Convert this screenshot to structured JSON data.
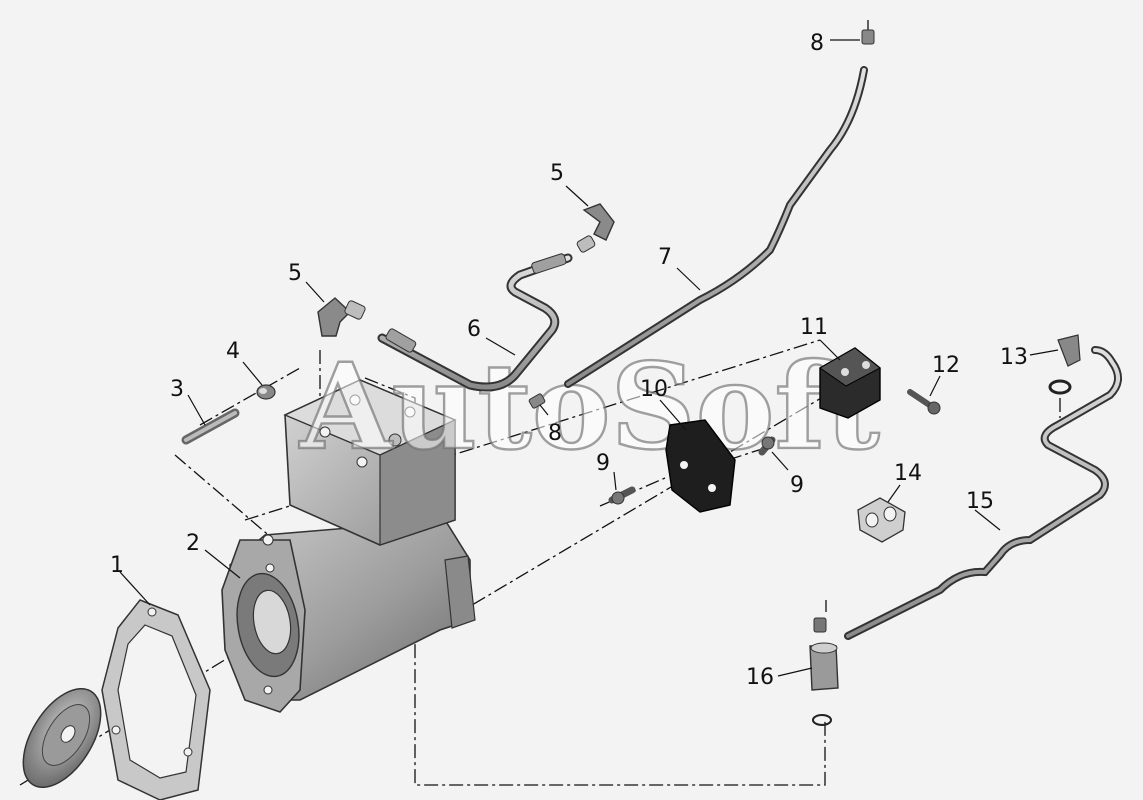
{
  "watermark": "AutoSoft",
  "callouts": {
    "c1": "1",
    "c2": "2",
    "c3": "3",
    "c4": "4",
    "c5a": "5",
    "c5b": "5",
    "c6": "6",
    "c7": "7",
    "c8a": "8",
    "c8b": "8",
    "c9a": "9",
    "c9b": "9",
    "c10": "10",
    "c11": "11",
    "c12": "12",
    "c13": "13",
    "c14": "14",
    "c15": "15",
    "c16": "16"
  },
  "colors": {
    "background": "#f3f3f3",
    "part_fill": "#9a9a9a",
    "part_light": "#d6d6d6",
    "part_dark": "#4a4a4a",
    "line": "#111111"
  }
}
